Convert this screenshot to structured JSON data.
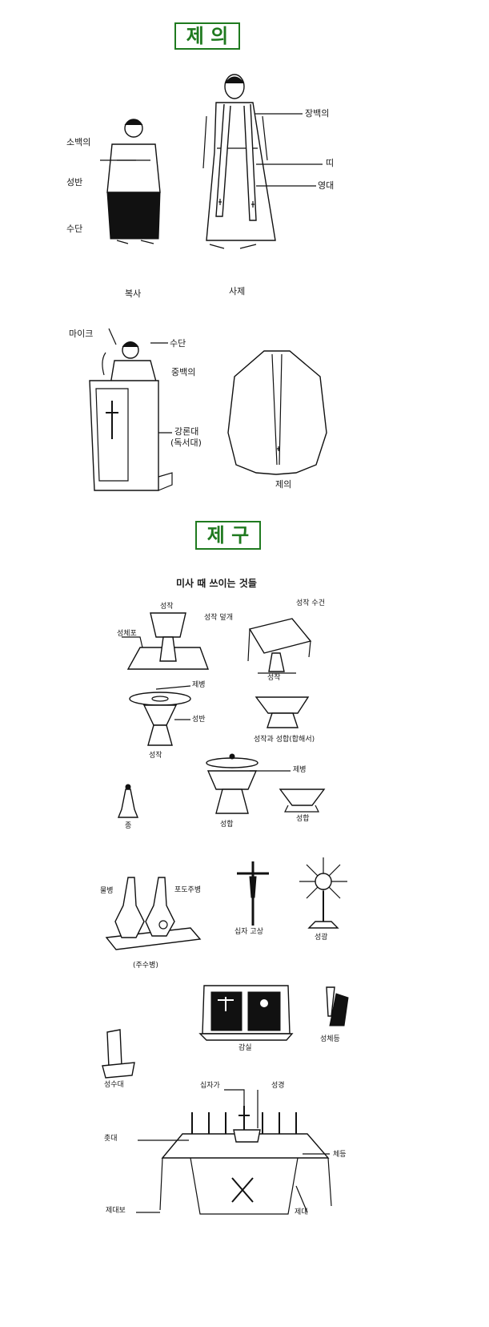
{
  "section1": {
    "title": "제 의"
  },
  "figures1": {
    "altar_server_caption": "복사",
    "priest_caption": "사제",
    "labels": {
      "sobaegui": "소백의",
      "seongban": "성반",
      "sudan": "수단",
      "jangbaegui": "장백의",
      "tti": "띠",
      "yeongdae": "영대"
    }
  },
  "figures2": {
    "labels": {
      "mic": "마이크",
      "sudan": "수단",
      "jungbaegui": "중백의",
      "lectern_line1": "강론대",
      "lectern_line2": "(독서대)",
      "chasuble": "제의"
    }
  },
  "section2": {
    "title": "제 구",
    "subtitle": "미사 때 쓰이는 것들"
  },
  "vessels": {
    "chalice": "성작",
    "corporal": "성체포",
    "chalice_veil": "성작 덮개",
    "purificator": "성작 수건",
    "chalice2": "성작",
    "host": "제병",
    "paten": "성반",
    "chalice3": "성작",
    "chalice_ciborium": "성작과 성합(합해서)",
    "bell": "종",
    "host2": "제병",
    "ciborium": "성합",
    "ciborium2": "성합"
  },
  "items": {
    "water_cruet": "물병",
    "wine_cruet": "포도주병",
    "cruets": "(주수병)",
    "crucifix": "십자 고상",
    "monstrance": "성광",
    "tabernacle": "감실",
    "sanctuary_lamp": "성체등",
    "holy_water_font": "성수대"
  },
  "altar": {
    "cross": "십자가",
    "bible": "성경",
    "candlestick": "촛대",
    "candle": "체등",
    "altar_cloth": "제대보",
    "altar": "제대"
  }
}
